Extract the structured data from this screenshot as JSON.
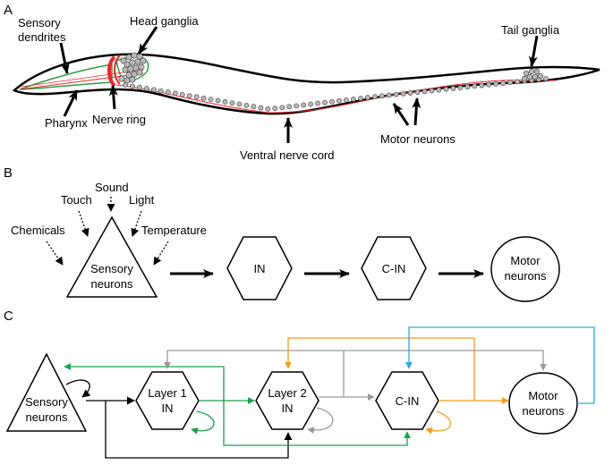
{
  "panel_a": {
    "panel_label": "A",
    "labels": {
      "sensory_dendrites_1": "Sensory",
      "sensory_dendrites_2": "dendrites",
      "head_ganglia": "Head ganglia",
      "tail_ganglia": "Tail ganglia",
      "pharynx": "Pharynx",
      "nerve_ring": "Nerve ring",
      "ventral_nerve_cord": "Ventral nerve cord",
      "motor_neurons": "Motor neurons"
    }
  },
  "panel_b": {
    "panel_label": "B",
    "stimuli": {
      "sound": "Sound",
      "touch": "Touch",
      "light": "Light",
      "chemicals": "Chemicals",
      "temperature": "Temperature"
    },
    "nodes": {
      "sensory_1": "Sensory",
      "sensory_2": "neurons",
      "in": "IN",
      "c_in": "C-IN",
      "motor_1": "Motor",
      "motor_2": "neurons"
    }
  },
  "panel_c": {
    "panel_label": "C",
    "nodes": {
      "sensory_1": "Sensory",
      "sensory_2": "neurons",
      "layer1_1": "Layer 1",
      "layer1_2": "IN",
      "layer2_1": "Layer 2",
      "layer2_2": "IN",
      "c_in": "C-IN",
      "motor_1": "Motor",
      "motor_2": "neurons"
    },
    "colors": {
      "black": "#000000",
      "green": "#1aa14a",
      "gray": "#9a9a9a",
      "orange": "#f39c1f",
      "blue": "#2aa9e0"
    }
  },
  "colors": {
    "nerve_ring": "#e8262d",
    "nerve_tract": "#e8262d",
    "pharynx_outline": "#2e9e3e",
    "neuron_fill": "#b8b8b8"
  }
}
